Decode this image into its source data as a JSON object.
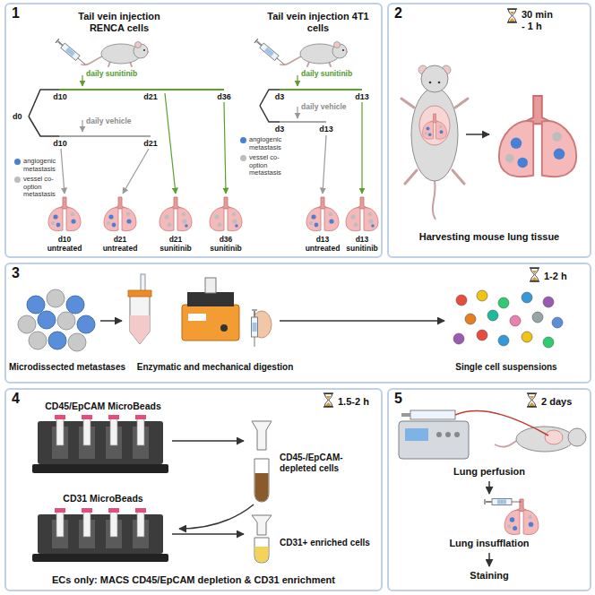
{
  "diagram": {
    "nodes": [
      {
        "text": [
          "1"
        ]
      },
      {
        "text": [
          "2",
          "30 min - 1 h"
        ]
      },
      {
        "text": [
          "3",
          "1-2 h"
        ]
      },
      {
        "text": [
          "4",
          "1.5-2 h"
        ]
      },
      {
        "text": [
          "5",
          "2 days"
        ]
      }
    ],
    "labels": [
      "Tail vein injection RENCA cells",
      "Tail vein injection 4T1 cells",
      "daily sunitinib",
      "d0",
      "d10",
      "d21",
      "d36",
      "daily vehicle",
      "d10",
      "d21",
      "d10 untreated",
      "d21 untreated",
      "d21 sunitinib",
      "d36 sunitinib",
      "daily sunitinib",
      "d3",
      "d13",
      "daily vehicle",
      "d3",
      "d13",
      "d13 untreated",
      "d13 sunitinib",
      "Harvesting mouse lung tissue",
      "Microdissected metastases",
      "Enzymatic and mechanical digestion",
      "Single cell suspensions",
      "CD45/EpCAM MicroBeads",
      "CD45-/EpCAM- depleted cells",
      "CD31 MicroBeads",
      "CD31+ enriched cells",
      "ECs only: MACS CD45/EpCAM depletion & CD31 enrichment",
      "Lung perfusion",
      "Lung insufflation",
      "Staining"
    ],
    "legend": [
      {
        "text": "angiogenic metastasis",
        "color": "#4a7fd6"
      },
      {
        "text": "vessel co-option metastasis",
        "color": "#bdbdbd"
      },
      {
        "text": "angiogenic metastasis",
        "color": "#4a7fd6"
      },
      {
        "text": "vessel co-option metastasis",
        "color": "#bdbdbd"
      }
    ]
  }
}
